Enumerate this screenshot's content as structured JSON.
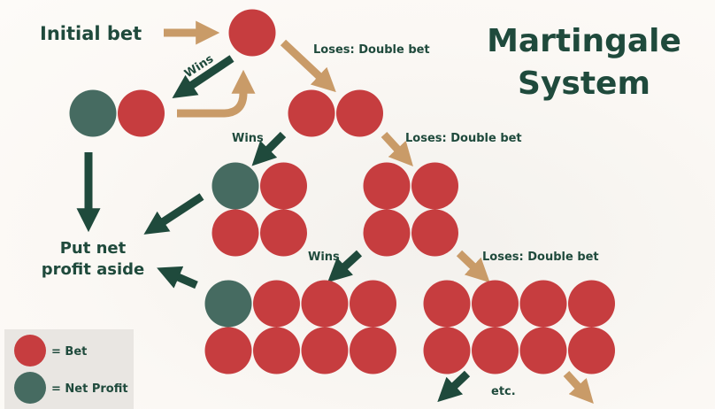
{
  "title": {
    "line1": "Martingale",
    "line2": "System"
  },
  "initial_bet_label": "Initial bet",
  "aside_label": {
    "line1": "Put net",
    "line2": "profit aside"
  },
  "branch_labels": {
    "wins": "Wins",
    "loses": "Loses: Double bet",
    "etc": "etc."
  },
  "legend": {
    "bet": "= Bet",
    "profit": "= Net Profit"
  },
  "colors": {
    "bet": "#c63d3f",
    "profit": "#466b61",
    "win_arrow": "#1f4a3c",
    "lose_arrow": "#c99b68",
    "text": "#1f4a3c"
  },
  "groups": [
    {
      "name": "initial",
      "chips": [
        "bet"
      ]
    },
    {
      "name": "win-1",
      "chips": [
        "profit",
        "bet"
      ]
    },
    {
      "name": "lose-1",
      "chips": [
        "bet",
        "bet"
      ]
    },
    {
      "name": "win-2",
      "chips": [
        "profit",
        "bet",
        "bet",
        "bet"
      ]
    },
    {
      "name": "lose-2",
      "chips": [
        "bet",
        "bet",
        "bet",
        "bet"
      ]
    },
    {
      "name": "win-3",
      "chips": [
        "profit",
        "bet",
        "bet",
        "bet",
        "bet",
        "bet",
        "bet",
        "bet"
      ]
    },
    {
      "name": "lose-3",
      "chips": [
        "bet",
        "bet",
        "bet",
        "bet",
        "bet",
        "bet",
        "bet",
        "bet"
      ]
    }
  ]
}
